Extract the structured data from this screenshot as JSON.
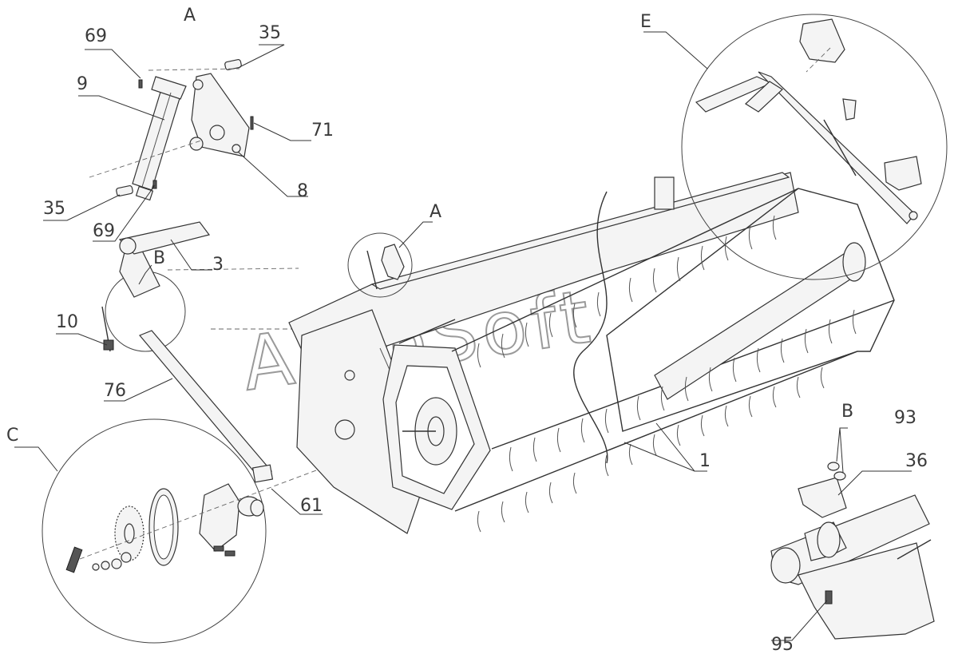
{
  "watermark": "AutoSoft",
  "labels": [
    {
      "key": "section_a_top",
      "text": "A"
    },
    {
      "key": "p69_top",
      "text": "69"
    },
    {
      "key": "p35_top",
      "text": "35"
    },
    {
      "key": "p9",
      "text": "9"
    },
    {
      "key": "p71",
      "text": "71"
    },
    {
      "key": "p8",
      "text": "8"
    },
    {
      "key": "p35_bottom",
      "text": "35"
    },
    {
      "key": "p69_bottom",
      "text": "69"
    },
    {
      "key": "section_b_left",
      "text": "B"
    },
    {
      "key": "p3",
      "text": "3"
    },
    {
      "key": "p10",
      "text": "10"
    },
    {
      "key": "p76",
      "text": "76"
    },
    {
      "key": "section_c",
      "text": "C"
    },
    {
      "key": "p61",
      "text": "61"
    },
    {
      "key": "section_a_mid",
      "text": "A"
    },
    {
      "key": "section_e",
      "text": "E"
    },
    {
      "key": "p1",
      "text": "1"
    },
    {
      "key": "section_b_right",
      "text": "B"
    },
    {
      "key": "p93",
      "text": "93"
    },
    {
      "key": "p36",
      "text": "36"
    },
    {
      "key": "p95",
      "text": "95"
    }
  ]
}
